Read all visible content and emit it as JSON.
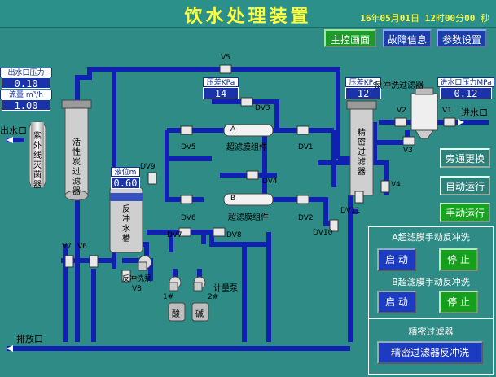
{
  "title": "饮水处理装置",
  "clock": {
    "yy": "16",
    "y": "年",
    "mm": "05",
    "m": "月",
    "dd": "01",
    "d": "日",
    "hh": "12",
    "h": "时",
    "mi": "00",
    "mu": "分",
    "ss": "00",
    "s": "秒"
  },
  "nav": {
    "main": "主控画面",
    "fault": "故障信息",
    "params": "参数设置"
  },
  "side": {
    "bypass": "旁通更换",
    "auto": "自动运行",
    "manual": "手动运行"
  },
  "gauges": {
    "out_pressure_left": {
      "label": "出水口压力MPa",
      "value": "0.10"
    },
    "flow_left": {
      "label": "流量 m³/h",
      "value": "1.00"
    },
    "dp_main": {
      "label": "压差KPa",
      "value": "14"
    },
    "dp_fine": {
      "label": "压差KPa",
      "value": "12"
    },
    "out_pressure_right": {
      "label": "进水口压力MPa",
      "value": "0.12"
    },
    "level": {
      "label": "液位m",
      "value": "0.60"
    }
  },
  "labels": {
    "outlet": "出水口",
    "inlet": "进水口",
    "drain": "排放口",
    "uv": "紫外线灭菌器",
    "carbon": "活性炭过滤器",
    "backwash_tank": "反冲水槽",
    "precision": "精密过滤器",
    "backwash_filter": "反冲洗过滤器",
    "uf_a": "超滤膜组件",
    "uf_b": "超滤膜组件",
    "uf_a_tag": "A",
    "uf_b_tag": "B",
    "backwash_pump": "反冲洗泵",
    "dosing_pump": "计量泵",
    "pump1": "1#",
    "pump2": "2#",
    "acid": "酸",
    "alkali": "碱"
  },
  "valves": {
    "v1": "V1",
    "v2": "V2",
    "v3": "V3",
    "v4": "V4",
    "v5": "V5",
    "v6": "V6",
    "v7": "V7",
    "v8": "V8",
    "dv1": "DV1",
    "dv2": "DV2",
    "dv3": "DV3",
    "dv4": "DV4",
    "dv5": "DV5",
    "dv6": "DV6",
    "dv7": "DV7",
    "dv8": "DV8",
    "dv9": "DV9",
    "dv10": "DV10",
    "dv11": "DV11"
  },
  "panels": {
    "a_title": "A超滤膜手动反冲洗",
    "b_title": "B超滤膜手动反冲洗",
    "fine_title": "精密过滤器",
    "start": "启 动",
    "stop": "停 止",
    "fine_btn": "精密过滤器反冲洗"
  }
}
